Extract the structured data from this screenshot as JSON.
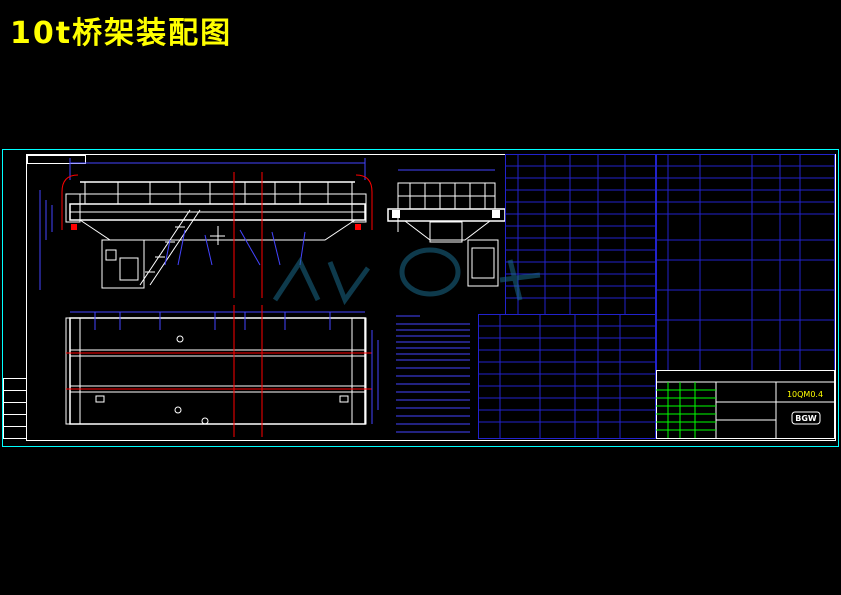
{
  "page": {
    "title": "10t桥架装配图"
  },
  "sheet": {
    "frame_color": "#00ffff",
    "line_color": "#ffffff",
    "centerline_color": "#ff0000",
    "note_color": "#4444ff",
    "accent_color": "#ffff00",
    "tables_color": "#2222cc"
  },
  "title_block": {
    "drawing_number": "10QM0.4",
    "logo_text": "BGW"
  }
}
